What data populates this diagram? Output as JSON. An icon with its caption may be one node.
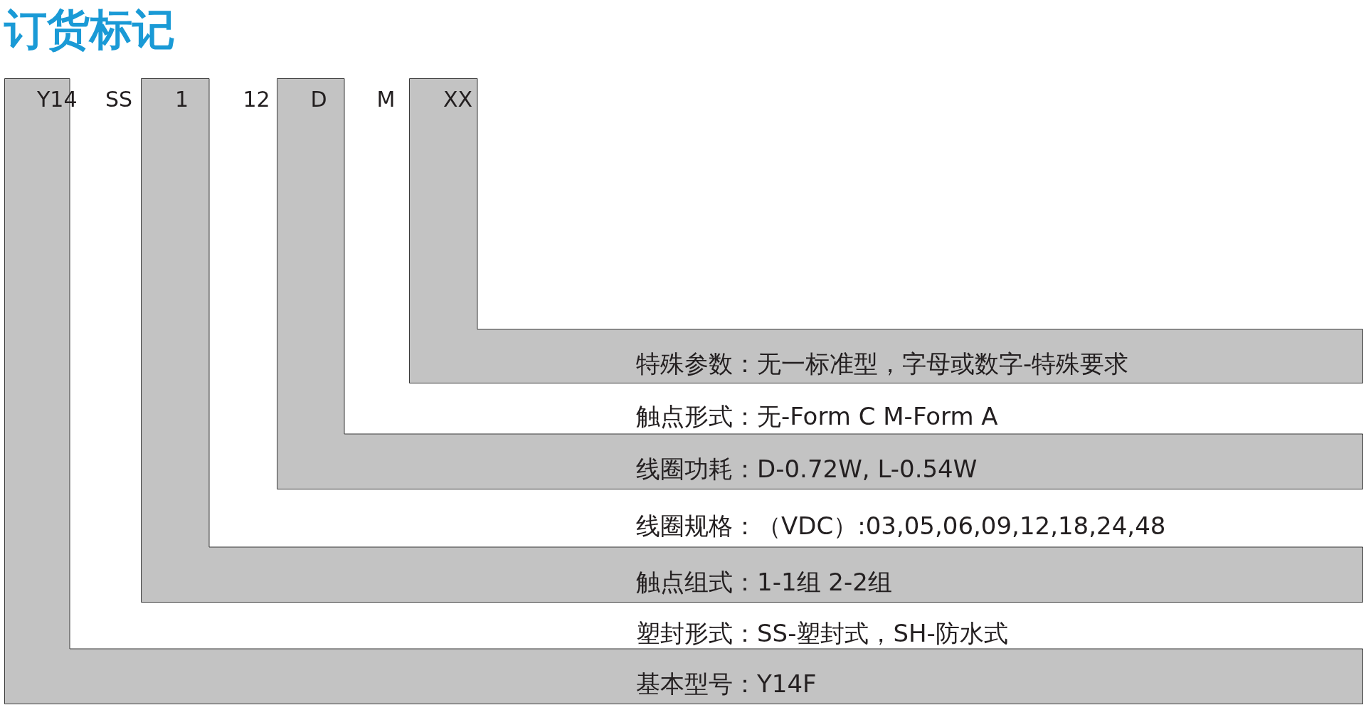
{
  "diagram": {
    "title": "订货标记",
    "nodes": [
      {
        "text": [
          "Y14",
          "基本型号：Y14F"
        ]
      },
      {
        "text": [
          "SS",
          "塑封形式：SS-塑封式，SH-防水式"
        ]
      },
      {
        "text": [
          "1",
          "触点组式：1-1组 2-2组"
        ]
      },
      {
        "text": [
          "12",
          "线圈规格：（VDC）:03,05,06,09,12,18,24,48"
        ]
      },
      {
        "text": [
          "D",
          "线圈功耗：D-0.72W, L-0.54W"
        ]
      },
      {
        "text": [
          "M",
          "触点形式：无-Form C M-Form A"
        ]
      },
      {
        "text": [
          "XX",
          "特殊参数：无一标准型，字母或数字-特殊要求"
        ]
      }
    ]
  }
}
